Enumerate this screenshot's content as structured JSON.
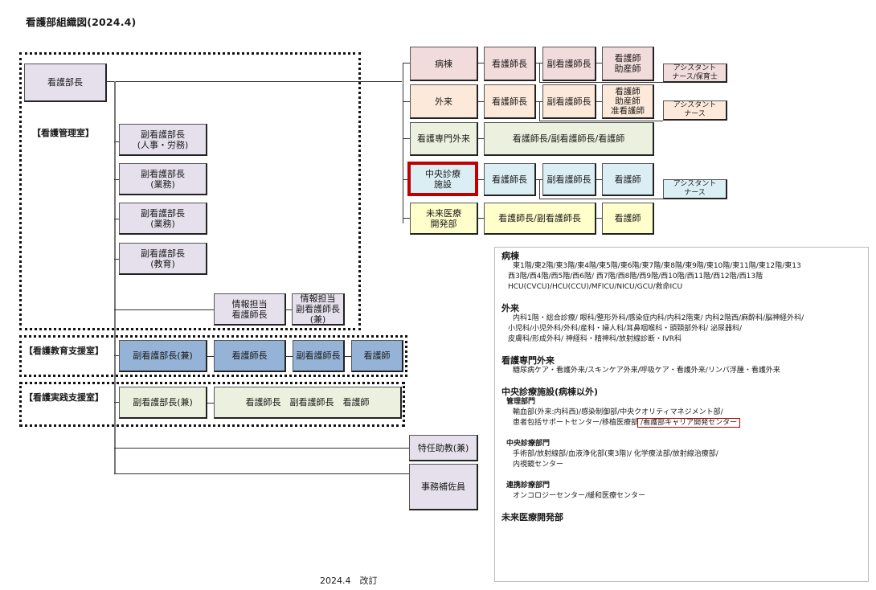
{
  "title": "看護部組織図(2024.4)",
  "footer": "2024.4　改訂",
  "management": {
    "director": "看護部長",
    "room_label": "【看護管理室】",
    "deputies": [
      "副看護部長\n(人事・労務)",
      "副看護部長\n(業務)",
      "副看護部長\n(業務)",
      "副看護部長\n(教育)"
    ],
    "info_head": "情報担当\n看護師長",
    "info_deputy": "情報担当\n副看護師長\n(兼)"
  },
  "education_support": {
    "label": "【看護教育支援室】",
    "boxes": [
      "副看護部長(兼)",
      "看護師長",
      "副看護師長",
      "看護師"
    ]
  },
  "practice_support": {
    "label": "【看護実践支援室】",
    "boxes": [
      "副看護部長(兼)",
      "看護師長　副看護師長　看護師"
    ]
  },
  "staff": {
    "special_assistant_professor": "特任助教(兼)",
    "clerical_assistant": "事務補佐員"
  },
  "departments": [
    {
      "name": "病棟",
      "chain": [
        "看護師長",
        "副看護師長",
        "看護師\n助産師"
      ],
      "assistant": "アシスタント\nナース/保育士",
      "color": "#f2dcdb"
    },
    {
      "name": "外来",
      "chain": [
        "看護師長",
        "副看護師長",
        "看護師\n助産師\n准看護師"
      ],
      "assistant": "アシスタント\nナース",
      "color": "#fde9d9"
    },
    {
      "name": "看護専門外来",
      "chain": [
        "看護師長/副看護師長/看護師"
      ],
      "color": "#ebf1de"
    },
    {
      "name": "中央診療\n施設",
      "chain": [
        "看護師長",
        "副看護師長",
        "看護師"
      ],
      "assistant": "アシスタント\nナース",
      "color": "#dbeef4",
      "highlighted": true
    },
    {
      "name": "未来医療\n開発部",
      "chain": [
        "看護師長/副看護師長",
        "看護師"
      ],
      "color": "#ffffcc"
    }
  ],
  "legend": {
    "wards": {
      "heading": "病棟",
      "lines": [
        "東1階/東2階/東3階/東4階/東5階/東6階/東7階/東8階/東9階/東10階/東11階/東12階/東13",
        "西3階/西4階/西5階/西6階/ 西7階/西8階/西9階/西10階/西11階/西12階/西13階",
        "HCU(CVCU)/HCU(CCU)/MFICU/NICU/GCU/救命ICU"
      ]
    },
    "outpatient": {
      "heading": "外来",
      "lines": [
        "内科1階・総合診療/ 眼科/整形外科/感染症内科/内科2階東/ 内科2階西/麻酔科/脳神経外科/",
        "小児科/小児外科/外科/産科・婦人科/耳鼻咽喉科・頭頸部外科/ 泌尿器科/",
        "皮膚科/形成外科/ 神経科・精神科/放射線診断・IVR科"
      ]
    },
    "nursing_outpatient": {
      "heading": "看護専門外来",
      "lines": [
        "糖尿病ケア・看護外来/スキンケア外来/呼吸ケア・看護外来/リンパ浮腫・看護外来"
      ]
    },
    "central": {
      "heading": "中央診療施設(病棟以外)",
      "management_label": "管理部門",
      "management_line1": "輸血部(外来:内科西)/感染制御部/中央クオリティマネジメント部/",
      "management_line2": "患者包括サポートセンター/移植医療部",
      "management_highlight": "/看護部キャリア開発センター",
      "clinical_label": "中央診療部門",
      "clinical_lines": [
        "手術部/放射線部/血液浄化部(東3階)/ 化学療法部/放射線治療部/",
        "内視鏡センター"
      ],
      "collab_label": "連携診療部門",
      "collab_lines": [
        "オンコロジーセンター/緩和医療センター"
      ]
    },
    "future": {
      "heading": "未来医療開発部"
    }
  },
  "colors": {
    "highlight": "#c00000",
    "management": "#e5e0ec",
    "education": "#95b3d7",
    "practice": "#ebf1de"
  }
}
